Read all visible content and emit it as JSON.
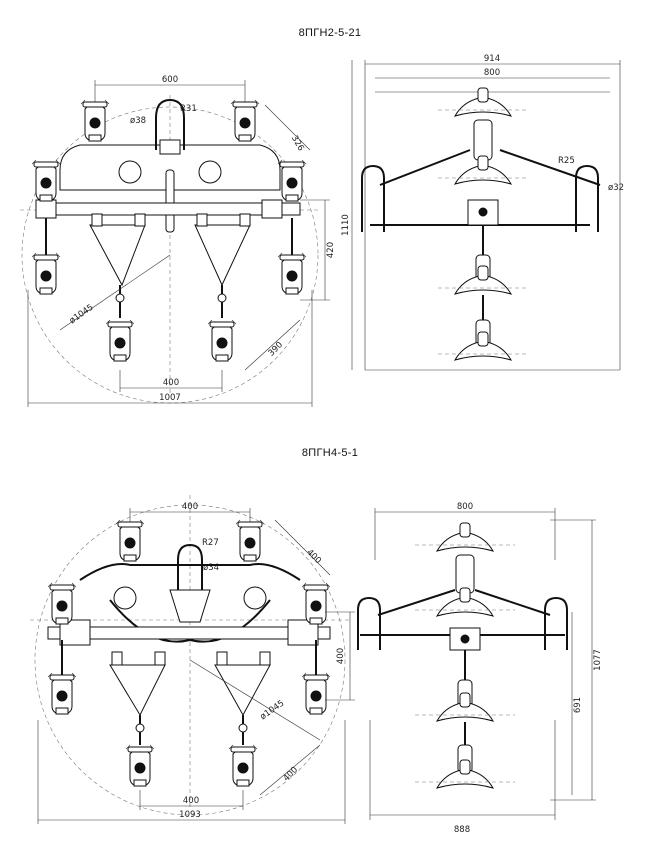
{
  "drawing1": {
    "title": "8ПГН2-5-21",
    "dims": {
      "d600": "600",
      "r31": "R31",
      "dia38": "ø38",
      "d326": "326",
      "d420": "420",
      "d1110": "1110",
      "dia1045": "ø1045",
      "d390": "390",
      "d400": "400",
      "d1007": "1007",
      "d914": "914",
      "d800": "800",
      "r25": "R25",
      "dia32": "ø32"
    }
  },
  "drawing2": {
    "title": "8ПГН4-5-1",
    "dims": {
      "d400top": "400",
      "r27": "R27",
      "dia34": "ø34",
      "d400diag": "400",
      "d400side": "400",
      "dia1045": "ø1045",
      "d400diag2": "400",
      "d400bot": "400",
      "d1093": "1093",
      "d800": "800",
      "d1077": "1077",
      "d691": "691",
      "d888": "888"
    }
  }
}
